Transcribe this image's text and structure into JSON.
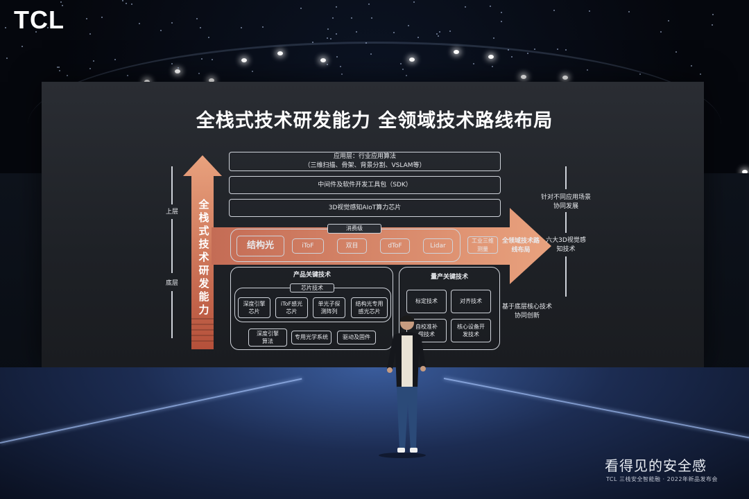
{
  "logo": "TCL",
  "slide": {
    "title": "全栈式技术研发能力  全领域技术路线布局",
    "app_layer_line1": "应用层：行业应用算法",
    "app_layer_line2": "（三维扫描、骨架、背景分割、VSLAM等）",
    "middleware": "中间件及软件开发工具包（SDK）",
    "chip_layer": "3D视觉感知AIoT算力芯片",
    "vertical_label": "全栈式技术研发能力",
    "upper": "上层",
    "bottom": "底层",
    "consumer_label": "消费级",
    "consumer_items": [
      "结构光",
      "iToF",
      "双目",
      "dToF",
      "Lidar"
    ],
    "industrial": "工业三维测量",
    "arrow_label": "全领域技术路线布局",
    "product_key_tech": "产品关键技术",
    "chip_tech": "芯片技术",
    "chip_items": [
      "深度引擎芯片",
      "iToF感光芯片",
      "单光子探测阵列",
      "结构光专用感光芯片"
    ],
    "product_items": [
      "深度引擎算法",
      "专用光学系统",
      "驱动及固件"
    ],
    "mass_prod_tech": "量产关键技术",
    "mass_items": [
      "标定技术",
      "对齐技术",
      "自校准补偿技术",
      "核心设备开发技术"
    ],
    "right_top": "针对不同应用场景协同发展",
    "right_mid": "六大3D视觉感知技术",
    "right_bottom": "基于底层核心技术协同创新"
  },
  "tagline": "看得见的安全感",
  "subtag": "TCL 三栈安全智能融 · 2022年新品发布会",
  "colors": {
    "arrow_top": "#e9a27e",
    "arrow_bottom": "#c0553d",
    "screen": "#23262b",
    "floor": "#2c4a86"
  }
}
